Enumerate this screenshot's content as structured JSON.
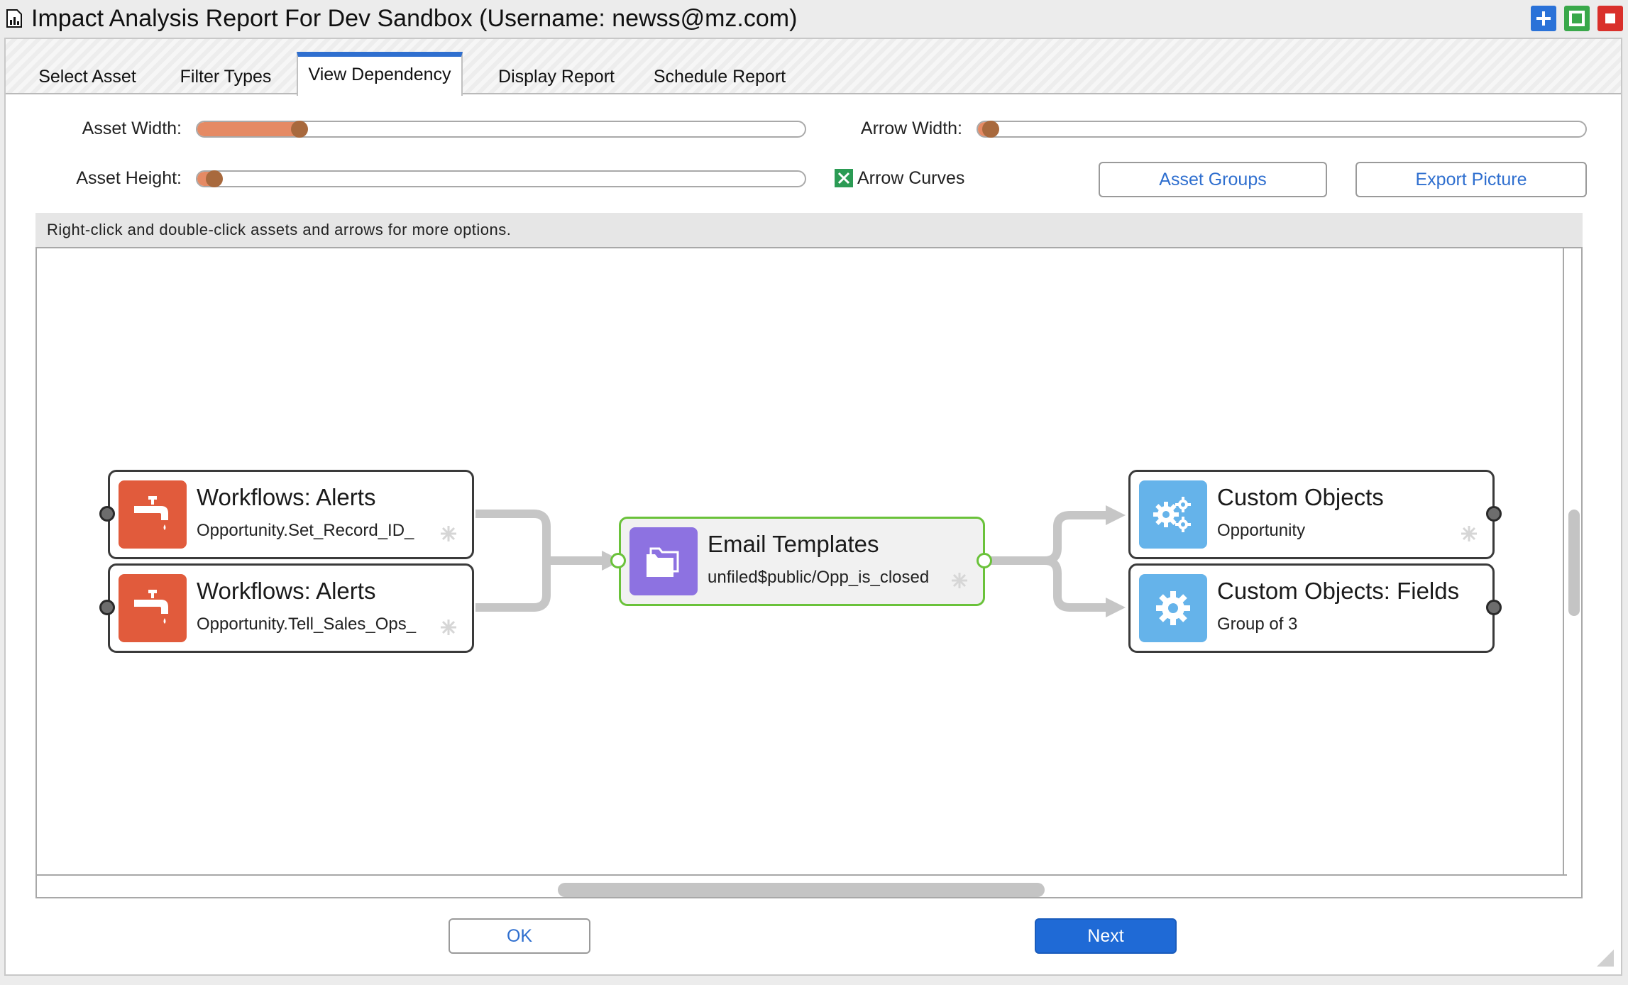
{
  "window": {
    "title": "Impact Analysis Report For Dev Sandbox (Username: newss@mz.com)",
    "controls": [
      "add-icon",
      "maximize-icon",
      "close-icon"
    ]
  },
  "tabs": [
    {
      "label": "Select Asset",
      "active": false
    },
    {
      "label": "Filter Types",
      "active": false
    },
    {
      "label": "View Dependency",
      "active": true
    },
    {
      "label": "Display Report",
      "active": false
    },
    {
      "label": "Schedule Report",
      "active": false
    }
  ],
  "controls": {
    "asset_width": {
      "label": "Asset Width:",
      "value_fraction": 0.17
    },
    "asset_height": {
      "label": "Asset Height:",
      "value_fraction": 0.03
    },
    "arrow_width": {
      "label": "Arrow Width:",
      "value_fraction": 0.02
    },
    "arrow_curves": {
      "label": "Arrow Curves",
      "checked": true
    },
    "asset_groups_button": "Asset Groups",
    "export_picture_button": "Export Picture"
  },
  "hint": "Right-click and double-click assets and arrows for more options.",
  "nodes": [
    {
      "title": "Workflows: Alerts",
      "subtitle": "Opportunity.Set_Record_ID_",
      "icon": "faucet-icon",
      "color": "#e15b3c"
    },
    {
      "title": "Workflows: Alerts",
      "subtitle": "Opportunity.Tell_Sales_Ops_",
      "icon": "faucet-icon",
      "color": "#e15b3c"
    },
    {
      "title": "Email Templates",
      "subtitle": "unfiled$public/Opp_is_closed",
      "icon": "folder-icon",
      "color": "#8d72e1"
    },
    {
      "title": "Custom Objects",
      "subtitle": "Opportunity",
      "icon": "gears-icon",
      "color": "#65b3ea"
    },
    {
      "title": "Custom Objects: Fields",
      "subtitle": "Group of 3",
      "icon": "gear-icon",
      "color": "#65b3ea"
    }
  ],
  "buttons": {
    "ok": "OK",
    "next": "Next"
  },
  "colors": {
    "accent": "#1f6ad6",
    "slider_fill": "#e58a64",
    "selected_node_border": "#6ac23a"
  }
}
